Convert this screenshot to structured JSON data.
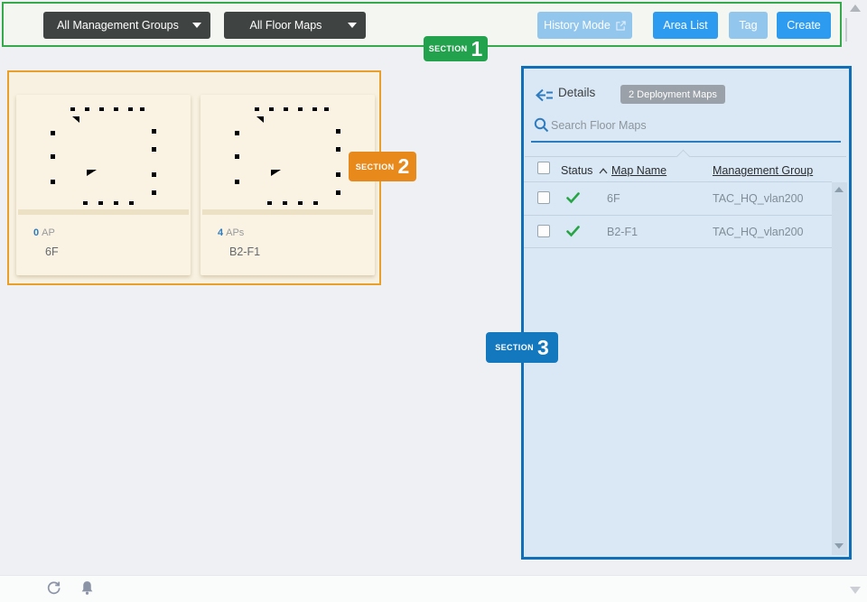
{
  "toolbar": {
    "management_groups_dropdown": "All Management Groups",
    "floor_maps_dropdown": "All Floor Maps",
    "buttons": {
      "history_mode": "History Mode",
      "area_list": "Area List",
      "tag": "Tag",
      "create": "Create"
    }
  },
  "annotations": {
    "section1": {
      "label": "SECTION",
      "number": "1",
      "color": "#23a24d"
    },
    "section2": {
      "label": "SECTION",
      "number": "2",
      "color": "#e8891c"
    },
    "section3": {
      "label": "SECTION",
      "number": "3",
      "color": "#1478be"
    }
  },
  "floor_maps": {
    "cards": [
      {
        "ap_count": "0",
        "ap_label": "AP",
        "name": "6F"
      },
      {
        "ap_count": "4",
        "ap_label": "APs",
        "name": "B2-F1"
      }
    ]
  },
  "details_panel": {
    "title": "Details",
    "count_badge": "2 Deployment Maps",
    "search_placeholder": "Search Floor Maps",
    "table": {
      "columns": {
        "status": "Status",
        "map_name": "Map Name",
        "management_group": "Management Group"
      },
      "sort": {
        "column": "Map Name",
        "direction": "ascending"
      },
      "rows": [
        {
          "map_name": "6F",
          "management_group": "TAC_HQ_vlan200",
          "status": "ok"
        },
        {
          "map_name": "B2-F1",
          "management_group": "TAC_HQ_vlan200",
          "status": "ok"
        }
      ]
    }
  },
  "colors": {
    "section1_border": "#35a94b",
    "section2_border": "#e9a02b",
    "section3_border": "#0f6fb8",
    "accent_blue": "#2d9bf0",
    "disabled_blue": "#92c6ed",
    "panel_bg": "#dae8f5",
    "maps_bg": "#f8f1e1",
    "success_green": "#27a443"
  }
}
